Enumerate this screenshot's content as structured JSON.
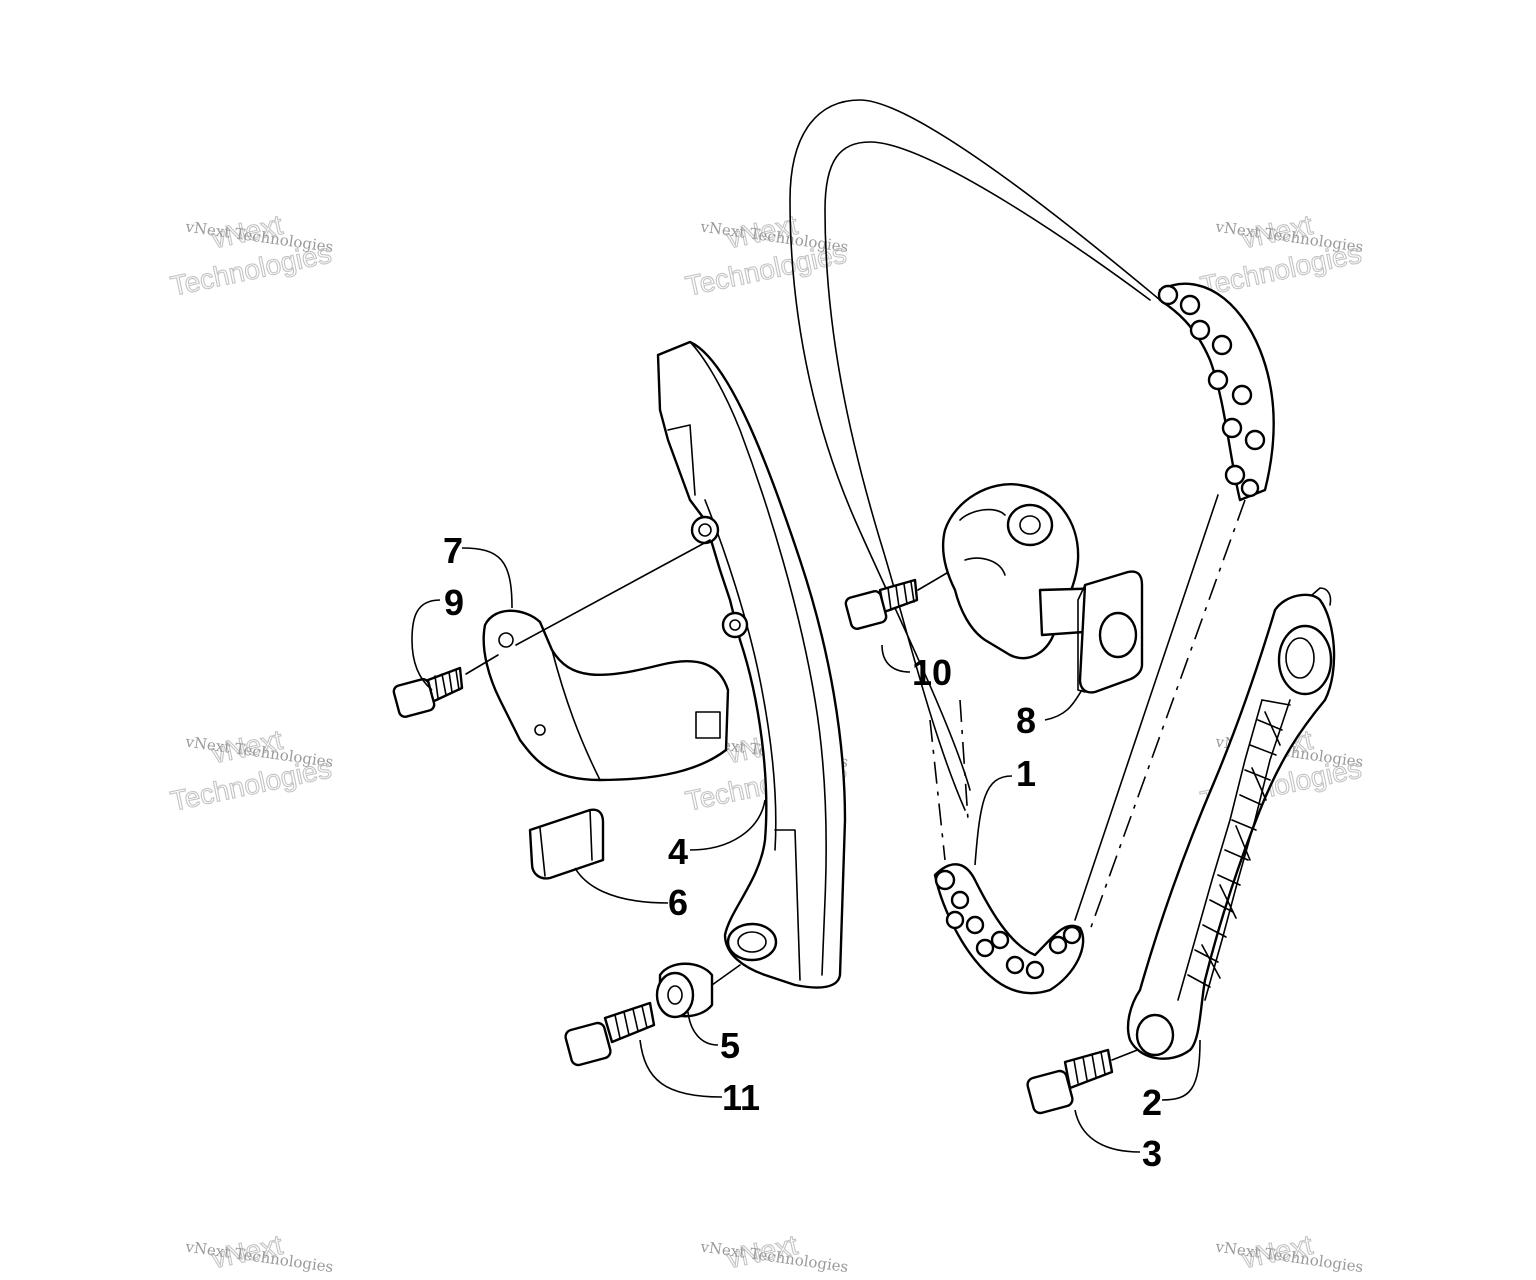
{
  "diagram": {
    "callouts": [
      "1",
      "2",
      "3",
      "4",
      "5",
      "6",
      "7",
      "8",
      "9",
      "10",
      "11"
    ],
    "watermark": {
      "line1": "vNext",
      "line2": "vNext Technologies",
      "line3": "Technologies"
    },
    "colors": {
      "ink": "#000000",
      "paper": "#ffffff",
      "watermark": "#b8b8b8"
    }
  }
}
